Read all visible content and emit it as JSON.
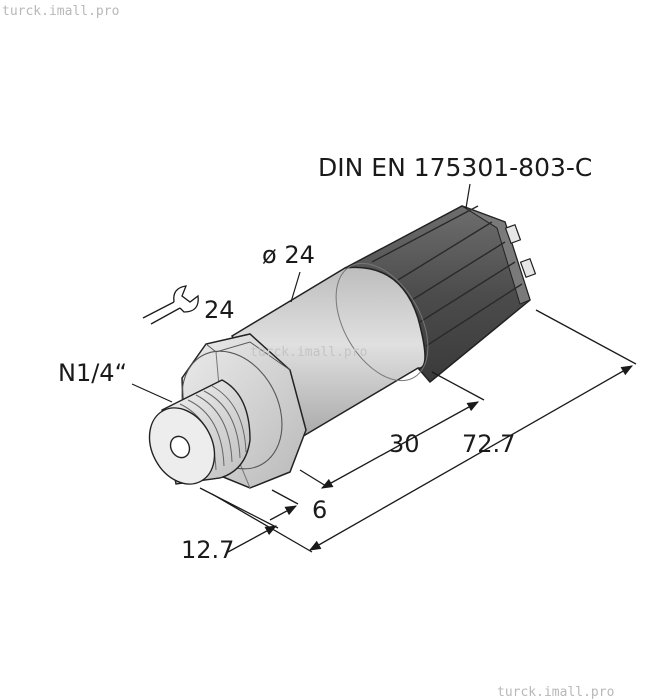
{
  "watermarks": {
    "top_left": "turck.imall.pro",
    "center": "turck.imall.pro",
    "bottom_right": "turck.imall.pro"
  },
  "labels": {
    "connector_standard": "DIN EN 175301-803-C",
    "diameter": "ø 24",
    "wrench_size": "24",
    "thread": "N1/4“",
    "dim_body": "30",
    "dim_total": "72.7",
    "dim_flange": "6",
    "dim_thread": "12.7"
  },
  "icons": {
    "wrench": "wrench-icon",
    "arrowhead": "arrowhead-icon"
  },
  "colors": {
    "body_grey": "#c8c8c8",
    "connector_dark": "#555555",
    "hex_grey": "#d8d8d8",
    "line": "#1a1a1a"
  }
}
